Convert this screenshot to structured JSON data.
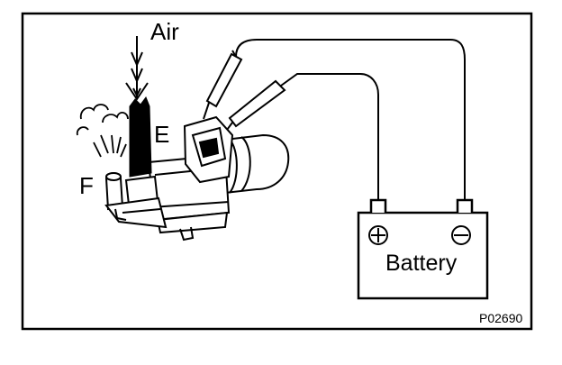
{
  "figure": {
    "labels": {
      "air": "Air",
      "port_e": "E",
      "port_f": "F",
      "battery": "Battery",
      "reference": "P02690"
    },
    "icons": {
      "battery_positive": "plus-circle-icon",
      "battery_negative": "minus-circle-icon"
    }
  }
}
